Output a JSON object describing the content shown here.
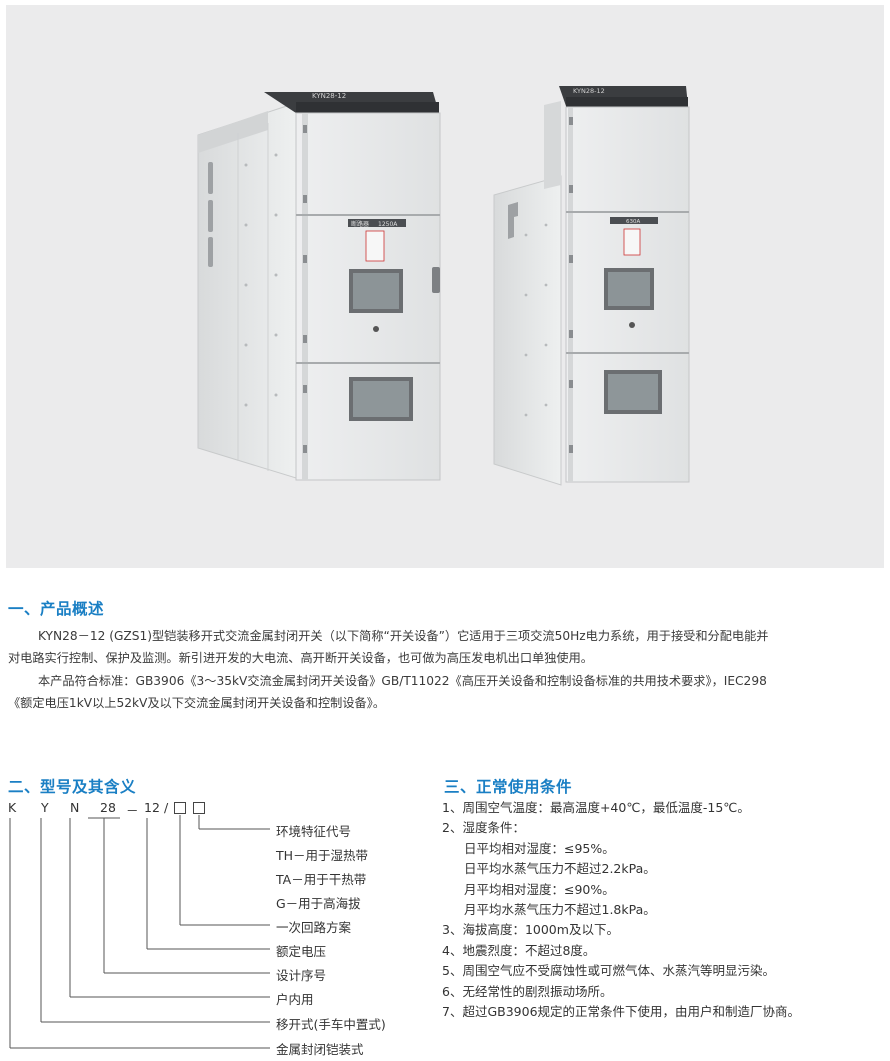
{
  "photo": {
    "cabinet_left_label": "KYN28-12",
    "cabinet_left_rating": "1250A",
    "cabinet_left_panel": "断路器",
    "cabinet_right_label": "KYN28-12",
    "cabinet_right_rating": "630A"
  },
  "section1": {
    "title": "一、产品概述",
    "para1_line1": "KYN28－12 (GZS1)型铠装移开式交流金属封闭开关（以下简称“开关设备”）它适用于三项交流50Hz电力系统，用于接受和分配电能并",
    "para1_line2": "对电路实行控制、保护及监测。新引进开发的大电流、高开断开关设备，也可做为高压发电机出口单独使用。",
    "para2_line1": "本产品符合标准：GB3906《3～35kV交流金属封闭开关设备》GB/T11022《高压开关设备和控制设备标准的共用技术要求》，IEC298",
    "para2_line2": "《额定电压1kV以上52kV及以下交流金属封闭开关设备和控制设备》。"
  },
  "section2": {
    "title": "二、型号及其含义",
    "model_parts": [
      "K",
      "Y",
      "N",
      "28",
      "－",
      "12",
      "/"
    ],
    "labels": [
      "环境特征代号",
      "TH－用于湿热带",
      "TA－用于干热带",
      "G－用于高海拔",
      "一次回路方案",
      "额定电压",
      "设计序号",
      "户内用",
      "移开式(手车中置式)",
      "金属封闭铠装式"
    ]
  },
  "section3": {
    "title": "三、正常使用条件",
    "items": [
      {
        "text": "1、周围空气温度：最高温度+40℃，最低温度-15℃。",
        "sub": false
      },
      {
        "text": "2、湿度条件：",
        "sub": false
      },
      {
        "text": "日平均相对湿度：≤95%。",
        "sub": true
      },
      {
        "text": "日平均水蒸气压力不超过2.2kPa。",
        "sub": true
      },
      {
        "text": "月平均相对湿度：≤90%。",
        "sub": true
      },
      {
        "text": "月平均水蒸气压力不超过1.8kPa。",
        "sub": true
      },
      {
        "text": "3、海拔高度：1000m及以下。",
        "sub": false
      },
      {
        "text": "4、地震烈度：不超过8度。",
        "sub": false
      },
      {
        "text": "5、周围空气应不受腐蚀性或可燃气体、水蒸汽等明显污染。",
        "sub": false
      },
      {
        "text": "6、无经常性的剧烈振动场所。",
        "sub": false
      },
      {
        "text": "7、超过GB3906规定的正常条件下使用，由用户和制造厂协商。",
        "sub": false
      }
    ]
  },
  "colors": {
    "heading": "#1a7fc4",
    "photo_bg": "#ebebec",
    "cabinet": "#e4e6e7",
    "cabinet_top": "#3b3d40"
  }
}
